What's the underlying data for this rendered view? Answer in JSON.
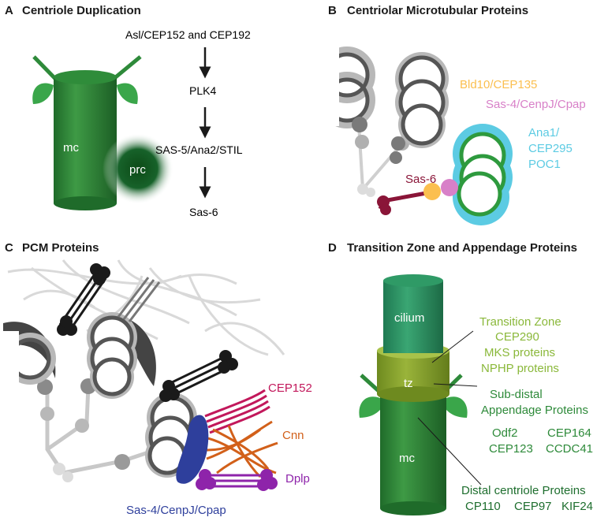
{
  "panel_a": {
    "letter": "A",
    "title": "Centriole Duplication",
    "mc_label": "mc",
    "prc_label": "prc",
    "pathway": [
      "Asl/CEP152 and CEP192",
      "PLK4",
      "SAS-5/Ana2/STIL",
      "Sas-6"
    ]
  },
  "panel_b": {
    "letter": "B",
    "title": "Centriolar Microtubular Proteins",
    "labels": {
      "bld10": "Bld10/CEP135",
      "sas4": "Sas-4/CenpJ/Cpap",
      "ana1_1": "Ana1/",
      "ana1_2": "CEP295",
      "ana1_3": "POC1",
      "sas6": "Sas-6"
    },
    "colors": {
      "bld10": "#fbbf4f",
      "sas4": "#d880c8",
      "ana1": "#5ccbe3",
      "sas6": "#8a1538",
      "centriole": "#2e9a3e"
    }
  },
  "panel_c": {
    "letter": "C",
    "title": "PCM Proteins",
    "labels": {
      "cep152": "CEP152",
      "cnn": "Cnn",
      "dplp": "Dplp",
      "sas4": "Sas-4/CenpJ/Cpap"
    },
    "colors": {
      "cep152": "#c2185b",
      "cnn": "#d2601a",
      "dplp": "#8e24aa",
      "sas4": "#2e3f9c"
    }
  },
  "panel_d": {
    "letter": "D",
    "title": "Transition Zone and Appendage Proteins",
    "cilium_label": "cilium",
    "tz_label": "tz",
    "mc_label": "mc",
    "transition_zone": [
      "Transition Zone",
      "CEP290",
      "MKS proteins",
      "NPHP proteins"
    ],
    "subdistal": [
      "Sub-distal",
      "Appendage Proteins"
    ],
    "subdistal_proteins": [
      "Odf2",
      "CEP164",
      "CEP123",
      "CCDC41"
    ],
    "distal_title": "Distal centriole Proteins",
    "distal_proteins": [
      "CP110",
      "CEP97",
      "KIF24"
    ],
    "colors": {
      "tz_text": "#8ab83a",
      "appendage_text": "#2e8a3a",
      "distal_text": "#1e6e2e"
    }
  }
}
